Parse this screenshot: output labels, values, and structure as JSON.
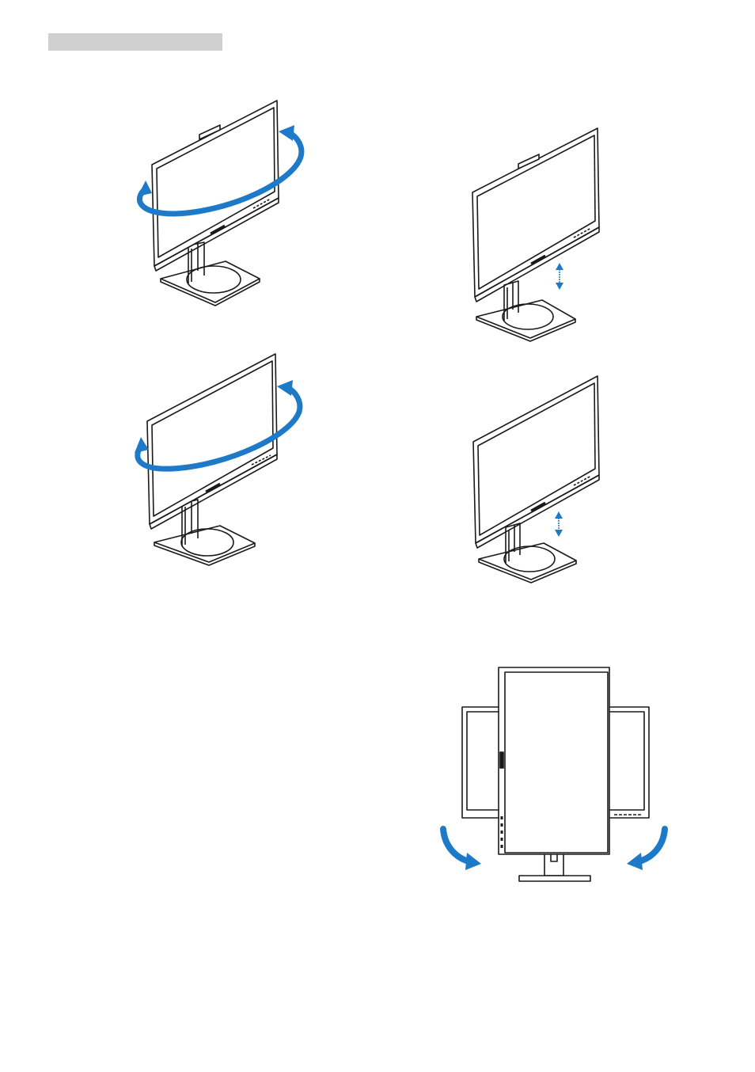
{
  "page": {
    "header_bar_color": "#d0d0d0"
  },
  "colors": {
    "line": "#1a1a1a",
    "arrow": "#1d7ac9",
    "arrow_light": "#4f9ad8"
  },
  "illustrations": [
    {
      "id": "swivel-view-1",
      "icon": "monitor-swivel-arrow-icon"
    },
    {
      "id": "height-view-1",
      "icon": "monitor-height-arrow-icon"
    },
    {
      "id": "swivel-view-2",
      "icon": "monitor-swivel-arrow-icon"
    },
    {
      "id": "height-view-2",
      "icon": "monitor-height-arrow-icon"
    },
    {
      "id": "pivot-view",
      "icon": "monitor-pivot-arrows-icon"
    }
  ]
}
